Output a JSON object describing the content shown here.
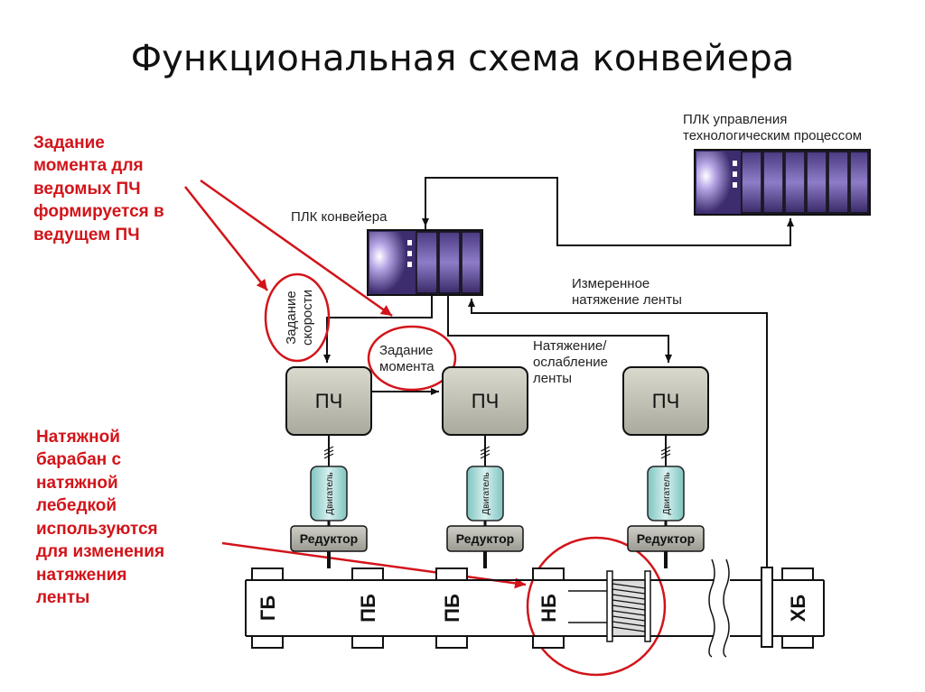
{
  "title": "Функциональная схема конвейера",
  "annotations": {
    "note_left_top": "Задание\nмомента для\nведомых ПЧ\nформируется в\nведущем ПЧ",
    "note_left_bottom": "Натяжной\nбарабан с\nнатяжной\nлебедкой\nиспользуются\nдля изменения\nнатяжения\nленты"
  },
  "plc_process": {
    "label": "ПЛК управления\nтехнологическим процессом"
  },
  "plc_conveyor": {
    "label": "ПЛК конвейера"
  },
  "signals": {
    "speed_task": [
      "Задание",
      "скорости"
    ],
    "torque_task": "Задание\nмомента",
    "measured_tension": "Измеренное\nнатяжение ленты",
    "tension_control": "Натяжение/\nослабление\nленты"
  },
  "drives": [
    {
      "vfd": "ПЧ",
      "motor": "Двигатель",
      "gearbox": "Редуктор"
    },
    {
      "vfd": "ПЧ",
      "motor": "Двигатель",
      "gearbox": "Редуктор"
    },
    {
      "vfd": "ПЧ",
      "motor": "Двигатель",
      "gearbox": "Редуктор"
    }
  ],
  "drums": [
    "ГБ",
    "ПБ",
    "ПБ",
    "НБ",
    "ХБ"
  ],
  "colors": {
    "annotation": "#d2141a",
    "plc_fill": "#3d2c6e",
    "vfd_fill": "#c9c9bd",
    "motor_fill": "#a9d8d6",
    "gearbox_fill": "#b5b5ad"
  }
}
